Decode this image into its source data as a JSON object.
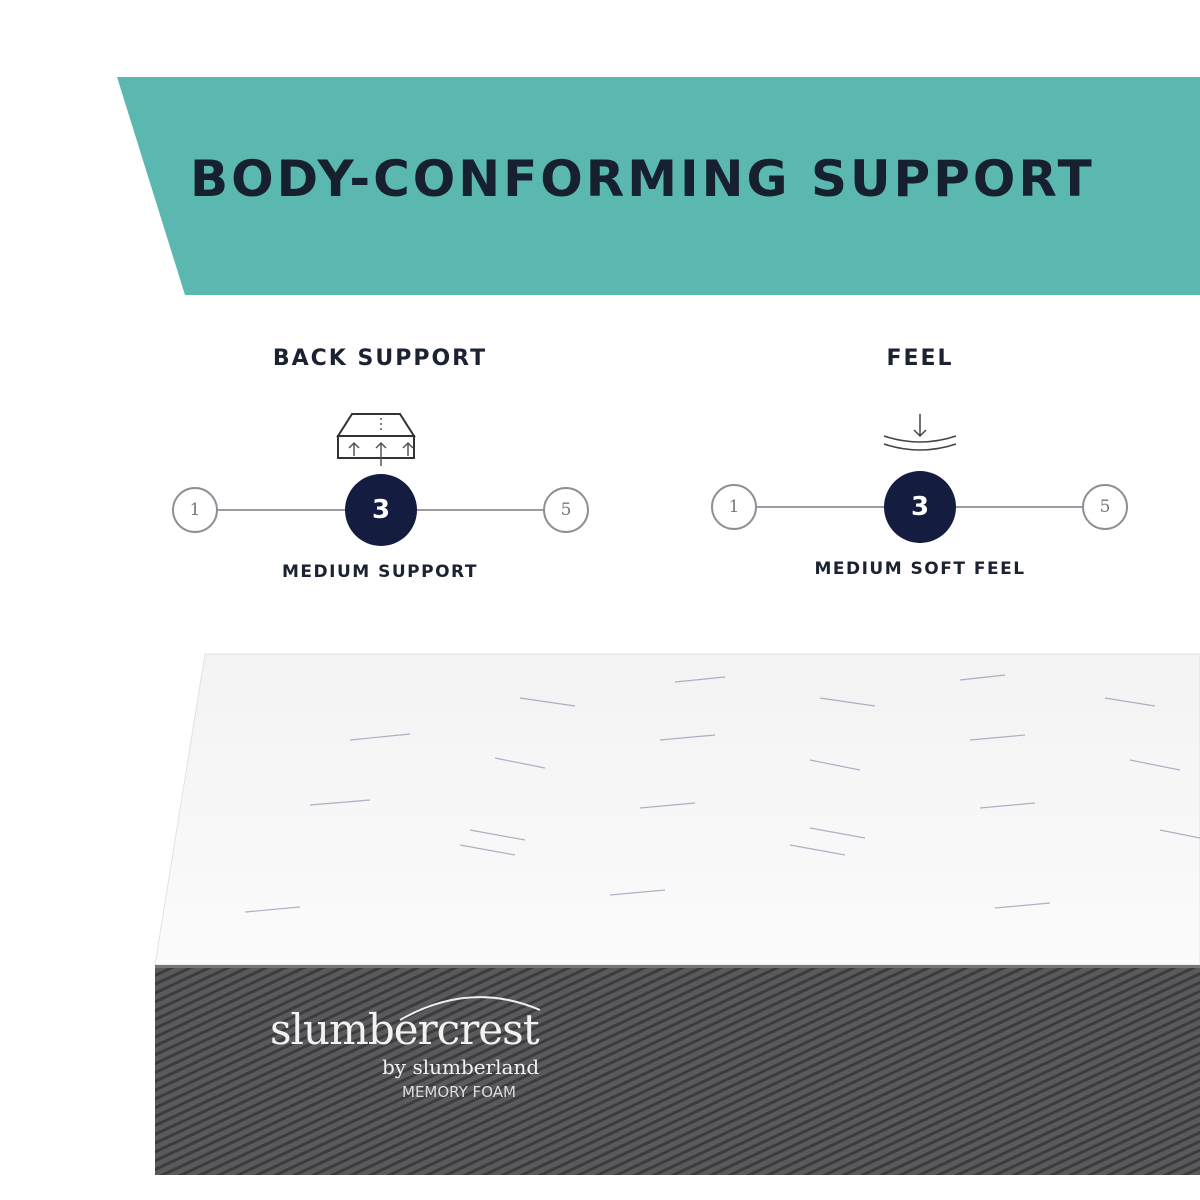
{
  "header": {
    "title": "BODY-CONFORMING SUPPORT",
    "banner_color": "#5bb8b0",
    "text_color": "#17202f"
  },
  "ratings": [
    {
      "title": "BACK SUPPORT",
      "icon": "mattress-support-icon",
      "min": "1",
      "value": "3",
      "max": "5",
      "label": "MEDIUM SUPPORT"
    },
    {
      "title": "FEEL",
      "icon": "soft-press-icon",
      "min": "1",
      "value": "3",
      "max": "5",
      "label": "MEDIUM SOFT FEEL"
    }
  ],
  "product": {
    "brand": "slumbercrest",
    "sub_brand": "by slumberland",
    "type": "MEMORY FOAM",
    "accent_color": "#141c40"
  }
}
